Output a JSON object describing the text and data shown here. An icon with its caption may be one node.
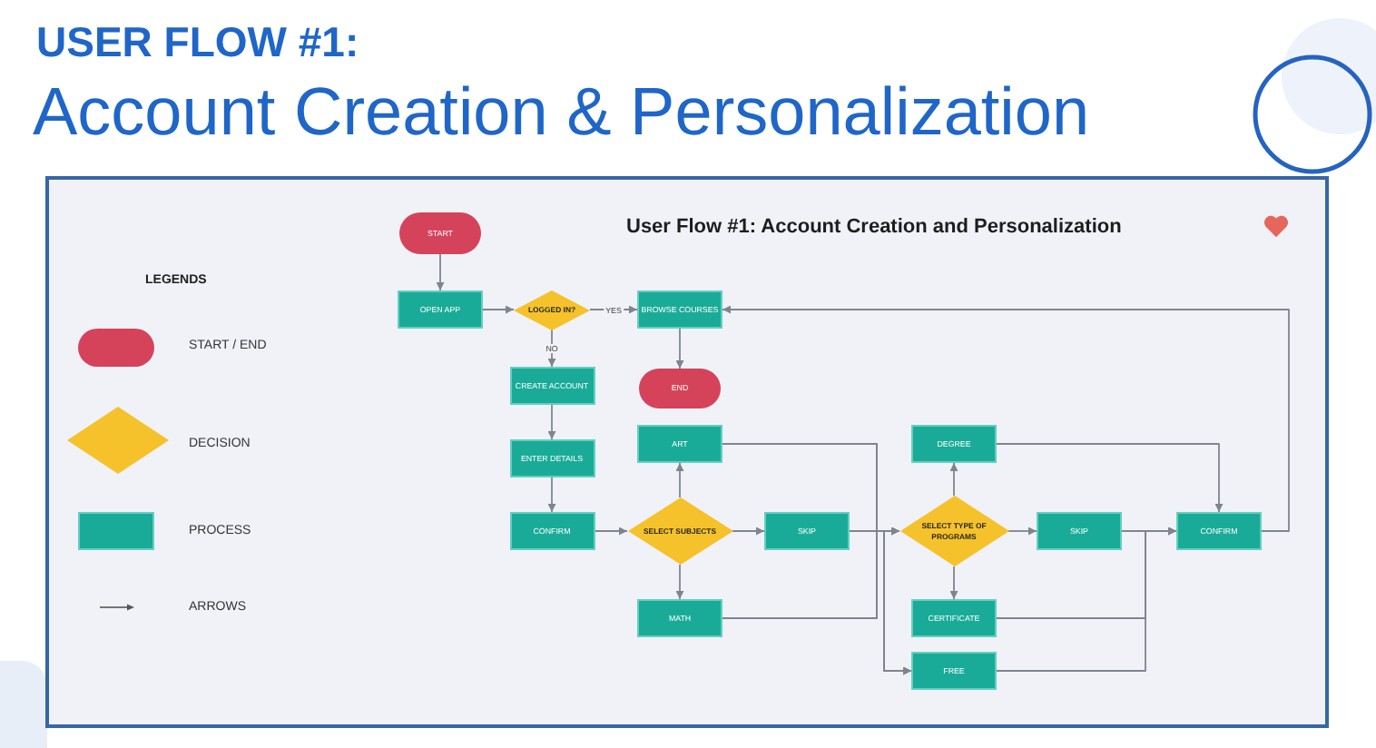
{
  "diagram": {
    "title": "User Flow #1: Account Creation and Personalization",
    "nodes": [
      {
        "text": [
          "START"
        ]
      },
      {
        "text": [
          "OPEN APP"
        ]
      },
      {
        "text": [
          "LOGGED IN?"
        ]
      },
      {
        "text": [
          "BROWSE COURSES"
        ]
      },
      {
        "text": [
          "END"
        ]
      },
      {
        "text": [
          "CREATE ACCOUNT"
        ]
      },
      {
        "text": [
          "ENTER DETAILS"
        ]
      },
      {
        "text": [
          "CONFIRM"
        ]
      },
      {
        "text": [
          "SELECT SUBJECTS"
        ]
      },
      {
        "text": [
          "ART"
        ]
      },
      {
        "text": [
          "MATH"
        ]
      },
      {
        "text": [
          "SKIP"
        ]
      },
      {
        "text": [
          "DEGREE"
        ]
      },
      {
        "text": [
          "SELECT TYPE OF PROGRAMS"
        ]
      },
      {
        "text": [
          "SKIP"
        ]
      },
      {
        "text": [
          "CONFIRM"
        ]
      },
      {
        "text": [
          "CERTIFICATE"
        ]
      },
      {
        "text": [
          "FREE"
        ]
      }
    ],
    "edges": [
      {
        "from": 0,
        "to": 1,
        "arrow": "to"
      },
      {
        "from": 1,
        "to": 2,
        "arrow": "to"
      },
      {
        "from": 2,
        "to": 3,
        "arrow": "to",
        "label": "YES"
      },
      {
        "from": 2,
        "to": 5,
        "arrow": "to",
        "label": "NO"
      },
      {
        "from": 3,
        "to": 4,
        "arrow": "to"
      },
      {
        "from": 5,
        "to": 6,
        "arrow": "to"
      },
      {
        "from": 6,
        "to": 7,
        "arrow": "to"
      },
      {
        "from": 7,
        "to": 8,
        "arrow": "to"
      },
      {
        "from": 8,
        "to": 9,
        "arrow": "to"
      },
      {
        "from": 8,
        "to": 11,
        "arrow": "to"
      },
      {
        "from": 8,
        "to": 10,
        "arrow": "to"
      },
      {
        "from": 9,
        "to": 13,
        "arrow": "to"
      },
      {
        "from": 11,
        "to": 13,
        "arrow": "to"
      },
      {
        "from": 10,
        "to": 13,
        "arrow": "to"
      },
      {
        "from": 9,
        "to": 17,
        "arrow": "to"
      },
      {
        "from": 11,
        "to": 17,
        "arrow": "to"
      },
      {
        "from": 10,
        "to": 17,
        "arrow": "to"
      },
      {
        "from": 13,
        "to": 12,
        "arrow": "to"
      },
      {
        "from": 13,
        "to": 14,
        "arrow": "to"
      },
      {
        "from": 13,
        "to": 16,
        "arrow": "to"
      },
      {
        "from": 12,
        "to": 15,
        "arrow": "to"
      },
      {
        "from": 14,
        "to": 15,
        "arrow": "to"
      },
      {
        "from": 16,
        "to": 15,
        "arrow": "to"
      },
      {
        "from": 17,
        "to": 15,
        "arrow": "to"
      },
      {
        "from": 15,
        "to": 3,
        "arrow": "to"
      }
    ],
    "labels": [
      "USER FLOW #1:",
      "Account Creation & Personalization",
      "LEGENDS"
    ],
    "legend": [
      {
        "text": "START / END",
        "color": "#d5435b"
      },
      {
        "text": "DECISION",
        "color": "#f6c22b"
      },
      {
        "text": "PROCESS",
        "color": "#1aab98"
      },
      {
        "text": "ARROWS"
      }
    ]
  }
}
